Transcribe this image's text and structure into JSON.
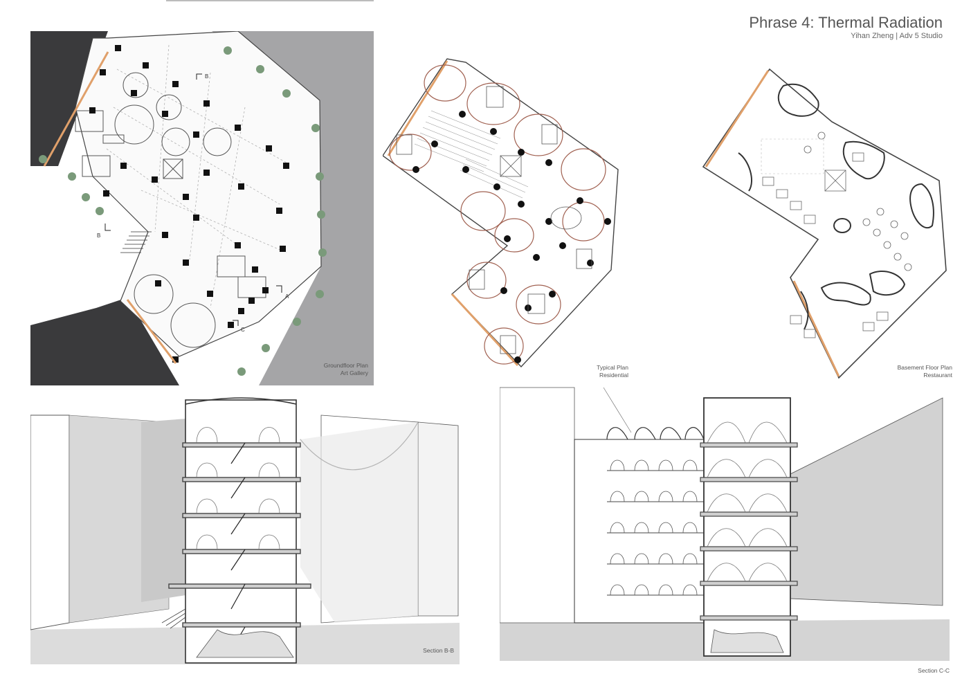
{
  "header": {
    "title": "Phrase 4: Thermal Radiation",
    "subtitle": "Yihan Zheng | Adv 5 Studio"
  },
  "plans": {
    "ground": {
      "caption_line1": "Groundfloor Plan",
      "caption_line2": "Art Gallery"
    },
    "typical": {
      "caption_line1": "Typical Plan",
      "caption_line2": "Residential"
    },
    "basement": {
      "caption_line1": "Basement Floor Plan",
      "caption_line2": "Restaurant"
    }
  },
  "sections": {
    "bb": {
      "caption": "Section B-B"
    },
    "cc": {
      "caption": "Section C-C"
    }
  },
  "markers": {
    "a": "A",
    "b": "B",
    "c": "C"
  },
  "colors": {
    "dark_ground": "#3a3a3c",
    "grey_ground": "#a5a5a7",
    "accent_wall": "#e0a06a",
    "line": "#444444",
    "shadow": "#d6d6d6"
  }
}
